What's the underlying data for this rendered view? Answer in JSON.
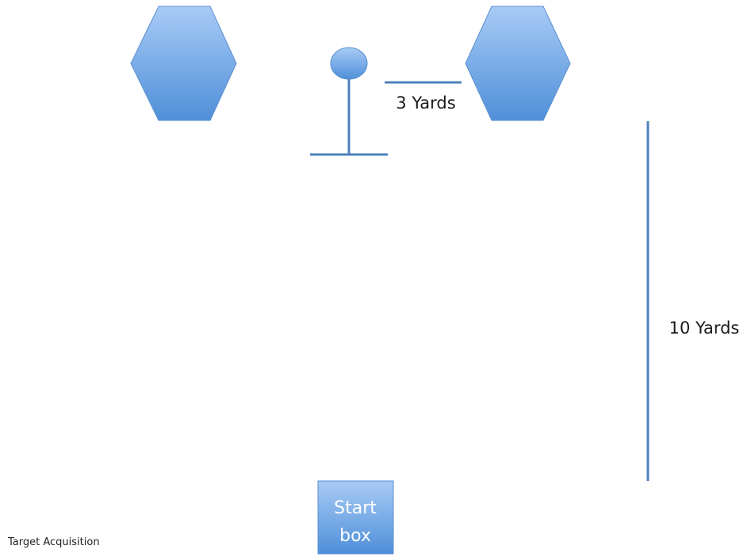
{
  "labels": {
    "three_yards": "3 Yards",
    "ten_yards": "10 Yards",
    "start_box_line1": "Start",
    "start_box_line2": "box",
    "footer_title": "Target Acquisition"
  },
  "colors": {
    "shape_top": "#a8cbf5",
    "shape_bottom": "#4f8fd9",
    "shape_stroke": "#4a84cc",
    "line": "#4f81bd"
  },
  "icons": {
    "left_cone": "hexagon-icon",
    "right_cone": "hexagon-icon",
    "target_stand": "target-stand-icon"
  }
}
